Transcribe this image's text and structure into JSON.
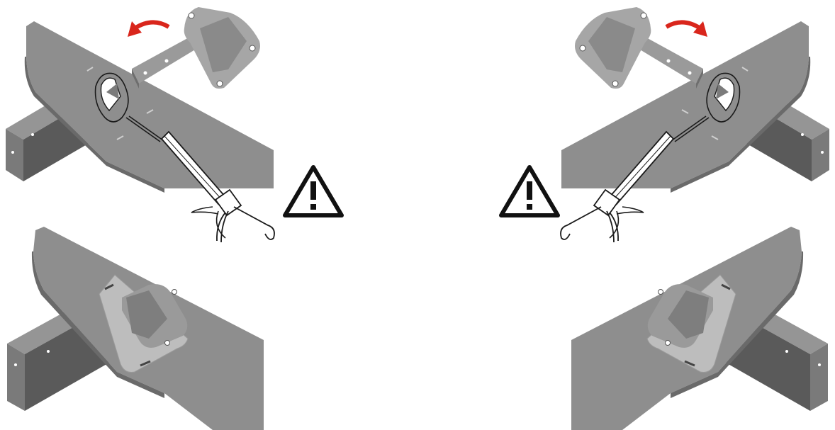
{
  "figure": {
    "kind": "assembly-instruction-illustration",
    "panels": [
      "top-left",
      "top-right",
      "bottom-left",
      "bottom-right"
    ],
    "warning_symbol": "!",
    "icons": [
      "warning-icon",
      "rotate-arrow-icon",
      "caulking-gun-icon",
      "bracket-plate-icon",
      "square-tube-icon"
    ]
  },
  "colors": {
    "beam": "#8c8c8c",
    "beam_top": "#9d9d9d",
    "beam_side": "#5f5f5f",
    "tube_top": "#8a8a8a",
    "tube_side": "#5a5a5a",
    "plate": "#bdbdbd",
    "plate_dark": "#979797",
    "outline": "#1a1a1a",
    "arrow": "#d9261c",
    "sealant_gun_fill": "#ffffff"
  }
}
